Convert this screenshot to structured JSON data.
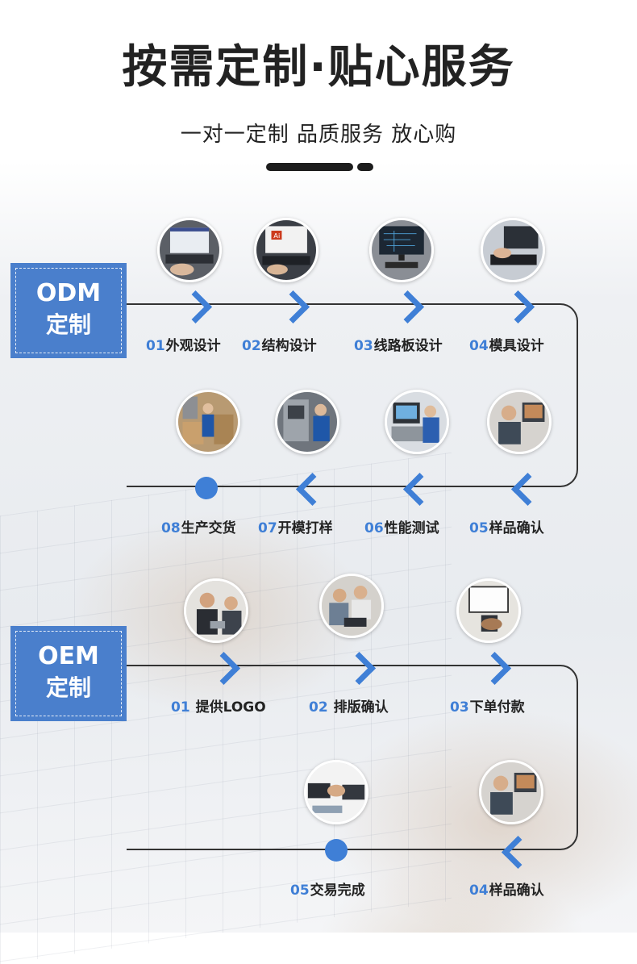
{
  "header": {
    "title": "按需定制·贴心服务",
    "subtitle": "一对一定制 品质服务 放心购"
  },
  "odm": {
    "tag_line1": "ODM",
    "tag_line2": "定制",
    "steps": [
      {
        "num": "01",
        "label": "外观设计",
        "photo": "laptop-design-photo"
      },
      {
        "num": "02",
        "label": "结构设计",
        "photo": "illustrator-laptop-photo"
      },
      {
        "num": "03",
        "label": "线路板设计",
        "photo": "cad-monitor-photo"
      },
      {
        "num": "04",
        "label": "模具设计",
        "photo": "keyboard-cad-photo"
      },
      {
        "num": "05",
        "label": "样品确认",
        "photo": "engineer-review-photo"
      },
      {
        "num": "06",
        "label": "性能测试",
        "photo": "lab-testing-photo"
      },
      {
        "num": "07",
        "label": "开模打样",
        "photo": "machining-photo"
      },
      {
        "num": "08",
        "label": "生产交货",
        "photo": "warehouse-photo"
      }
    ]
  },
  "oem": {
    "tag_line1": "OEM",
    "tag_line2": "定制",
    "steps": [
      {
        "num": "01",
        "label": "提供LOGO",
        "photo": "business-meeting-photo"
      },
      {
        "num": "02",
        "label": "排版确认",
        "photo": "team-laptop-photo"
      },
      {
        "num": "03",
        "label": "下单付款",
        "photo": "card-payment-photo"
      },
      {
        "num": "04",
        "label": "样品确认",
        "photo": "engineer-review-photo"
      },
      {
        "num": "05",
        "label": "交易完成",
        "photo": "handshake-photo"
      }
    ]
  },
  "colors": {
    "accent": "#3f7fd6",
    "tag_bg": "#4a7fcc",
    "text": "#222222"
  }
}
